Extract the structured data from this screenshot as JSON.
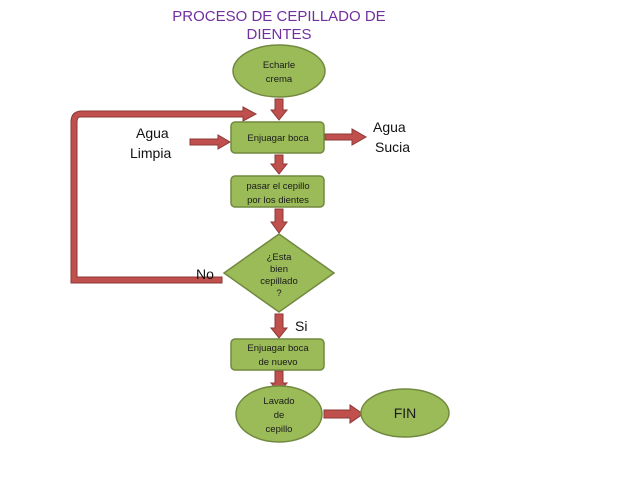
{
  "title": {
    "line1": "PROCESO DE CEPILLADO DE",
    "line2": "DIENTES"
  },
  "nodes": {
    "start": {
      "line1": "Echarle",
      "line2": "crema"
    },
    "rinse": {
      "line1": "Enjuagar boca"
    },
    "brush": {
      "line1": "pasar el cepillo",
      "line2": "por los dientes"
    },
    "decision": {
      "line1": "¿Esta",
      "line2": "bien",
      "line3": "cepillado",
      "line4": "?"
    },
    "rinse_again": {
      "line1": "Enjuagar boca",
      "line2": "de nuevo"
    },
    "wash": {
      "line1": "Lavado",
      "line2": "de",
      "line3": "cepillo"
    },
    "end": {
      "line1": "FIN"
    }
  },
  "labels": {
    "clean_water": {
      "line1": "Agua",
      "line2": "Limpia"
    },
    "dirty_water": {
      "line1": "Agua",
      "line2": "Sucia"
    },
    "no": "No",
    "yes": "Si"
  },
  "colors": {
    "node_fill": "#9bbb59",
    "arrow_fill": "#c0504d",
    "title": "#7030a0"
  }
}
